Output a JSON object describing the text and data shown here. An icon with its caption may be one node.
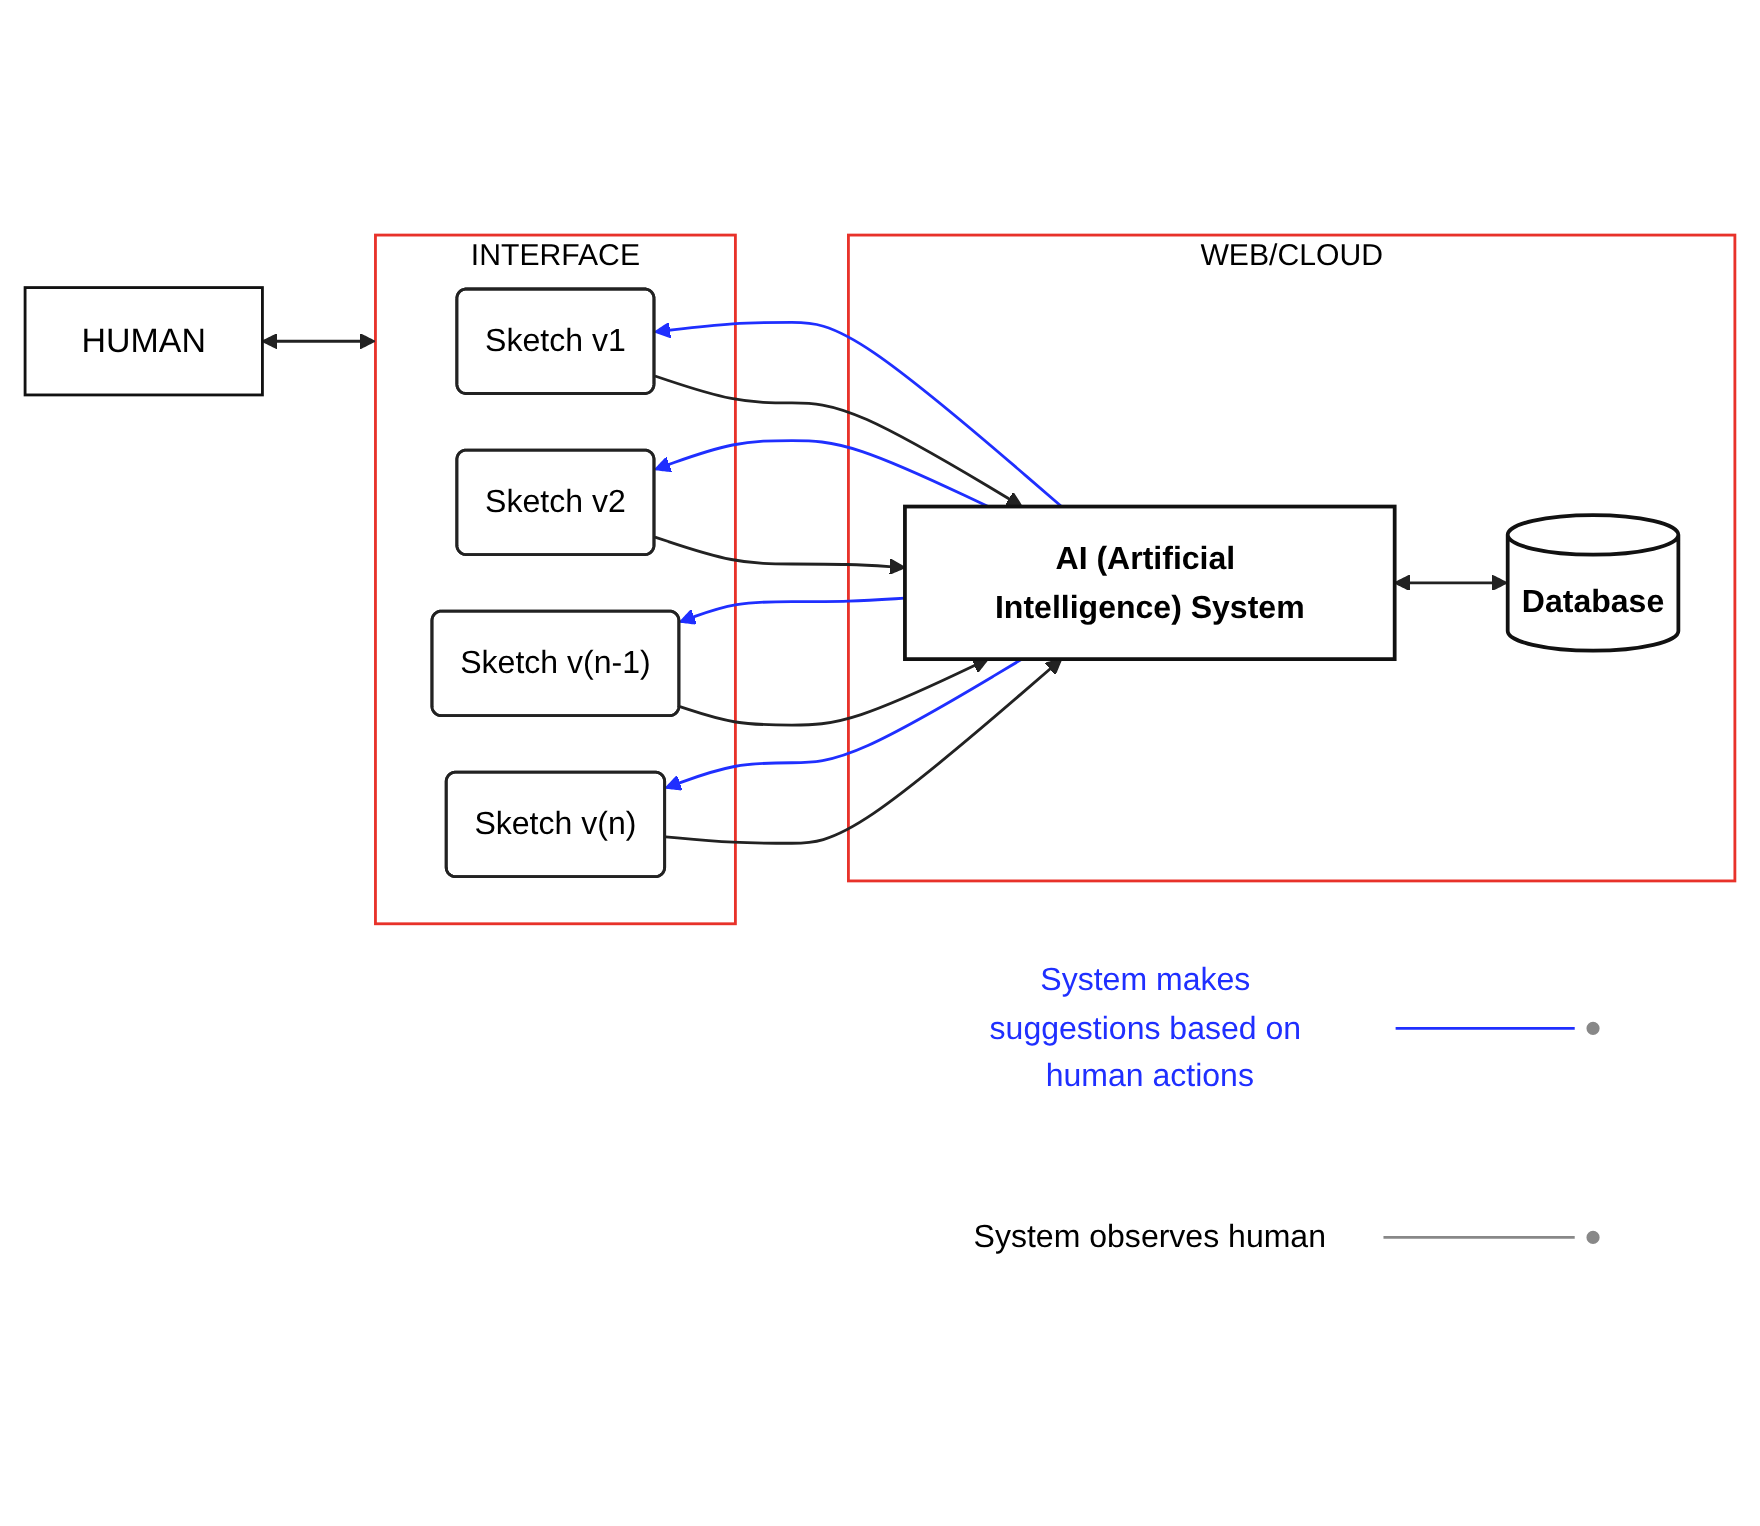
{
  "diagram": {
    "nodes": [
      {
        "text": [
          "HUMAN"
        ]
      },
      {
        "text": [
          "INTERFACE"
        ]
      },
      {
        "text": [
          "Sketch v1"
        ],
        "in": 1
      },
      {
        "text": [
          "Sketch v2"
        ],
        "in": 1
      },
      {
        "text": [
          "Sketch v(n-1)"
        ],
        "in": 1
      },
      {
        "text": [
          "Sketch v(n)"
        ],
        "in": 1
      },
      {
        "text": [
          "WEB/CLOUD"
        ]
      },
      {
        "text": [
          "AI (Artificial Intelligence) System"
        ],
        "in": 6
      },
      {
        "text": [
          "Database"
        ],
        "in": 6
      },
      {
        "text": [
          "System observes human"
        ]
      },
      {
        "text": [
          "System makes suggestions based on human actions"
        ]
      }
    ],
    "edges": [
      {
        "from": 0,
        "to": 1,
        "arrow": "both"
      },
      {
        "from": 2,
        "to": 7,
        "arrow": "to"
      },
      {
        "from": 3,
        "to": 7,
        "arrow": "to"
      },
      {
        "from": 4,
        "to": 7,
        "arrow": "to"
      },
      {
        "from": 5,
        "to": 7,
        "arrow": "to"
      },
      {
        "from": 7,
        "to": 2,
        "arrow": "to",
        "color": "#1f2fff"
      },
      {
        "from": 7,
        "to": 3,
        "arrow": "to",
        "color": "#1f2fff"
      },
      {
        "from": 7,
        "to": 4,
        "arrow": "to",
        "color": "#1f2fff"
      },
      {
        "from": 7,
        "to": 5,
        "arrow": "to",
        "color": "#1f2fff"
      },
      {
        "from": 7,
        "to": 8,
        "arrow": "both"
      },
      {
        "from": 9,
        "to": null,
        "arrow": "none",
        "color": "#888888"
      },
      {
        "from": 10,
        "to": null,
        "arrow": "none",
        "color": "#1f2fff"
      }
    ]
  }
}
